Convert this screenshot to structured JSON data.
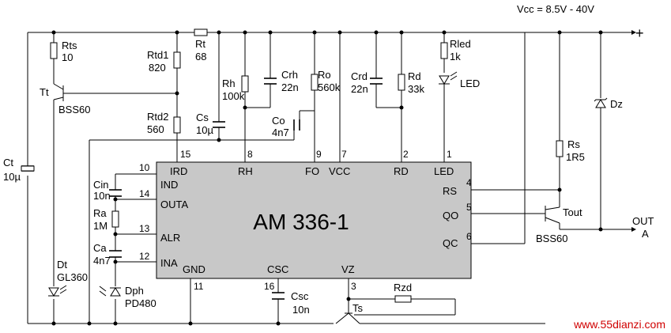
{
  "supply": {
    "label": "Vcc = 8.5V - 40V",
    "plus": "+"
  },
  "chip": {
    "name": "AM 336-1",
    "pins_top": [
      {
        "num": "15",
        "name": "IRD"
      },
      {
        "num": "8",
        "name": "RH"
      },
      {
        "num": "9",
        "name": "FO"
      },
      {
        "num": "7",
        "name": "VCC"
      },
      {
        "num": "2",
        "name": "RD"
      },
      {
        "num": "1",
        "name": "LED"
      }
    ],
    "pins_left": [
      {
        "num": "10",
        "name": "IND"
      },
      {
        "num": "14",
        "name": "OUTA"
      },
      {
        "num": "13",
        "name": "ALR"
      },
      {
        "num": "12",
        "name": "INA"
      }
    ],
    "pins_right": [
      {
        "num": "4",
        "name": "RS"
      },
      {
        "num": "5",
        "name": "QO"
      },
      {
        "num": "6",
        "name": "QC"
      }
    ],
    "pins_bottom": [
      {
        "num": "11",
        "name": "GND"
      },
      {
        "num": "16",
        "name": "CSC"
      },
      {
        "num": "3",
        "name": "VZ"
      }
    ]
  },
  "components": {
    "rts": {
      "name": "Rts",
      "value": "10"
    },
    "tt": {
      "name": "Tt",
      "value": "BSS60"
    },
    "rtd1": {
      "name": "Rtd1",
      "value": "820"
    },
    "rtd2": {
      "name": "Rtd2",
      "value": "560"
    },
    "rt": {
      "name": "Rt",
      "value": "68"
    },
    "cs": {
      "name": "Cs",
      "value": "10µ"
    },
    "rh": {
      "name": "Rh",
      "value": "100k"
    },
    "crh": {
      "name": "Crh",
      "value": "22n"
    },
    "ro": {
      "name": "Ro",
      "value": "560k"
    },
    "co": {
      "name": "Co",
      "value": "4n7"
    },
    "crd": {
      "name": "Crd",
      "value": "22n"
    },
    "rd": {
      "name": "Rd",
      "value": "33k"
    },
    "rled": {
      "name": "Rled",
      "value": "1k"
    },
    "led": {
      "name": "LED"
    },
    "dz": {
      "name": "Dz"
    },
    "rs": {
      "name": "Rs",
      "value": "1R5"
    },
    "tout": {
      "name": "Tout",
      "value": "BSS60"
    },
    "out": {
      "name": "OUT",
      "value": "A"
    },
    "ct": {
      "name": "Ct",
      "value": "10µ"
    },
    "cin": {
      "name": "Cin",
      "value": "10n"
    },
    "ra": {
      "name": "Ra",
      "value": "1M"
    },
    "ca": {
      "name": "Ca",
      "value": "4n7"
    },
    "dph": {
      "name": "Dph",
      "value": "PD480"
    },
    "dt": {
      "name": "Dt",
      "value": "GL360"
    },
    "csc": {
      "name": "Csc",
      "value": "10n"
    },
    "rzd": {
      "name": "Rzd"
    },
    "ts": {
      "name": "Ts"
    }
  },
  "watermark": "www.55dianzi.com",
  "colors": {
    "wire": "#000000",
    "chip_fill": "#c8c8c8",
    "watermark": "#d00000"
  }
}
